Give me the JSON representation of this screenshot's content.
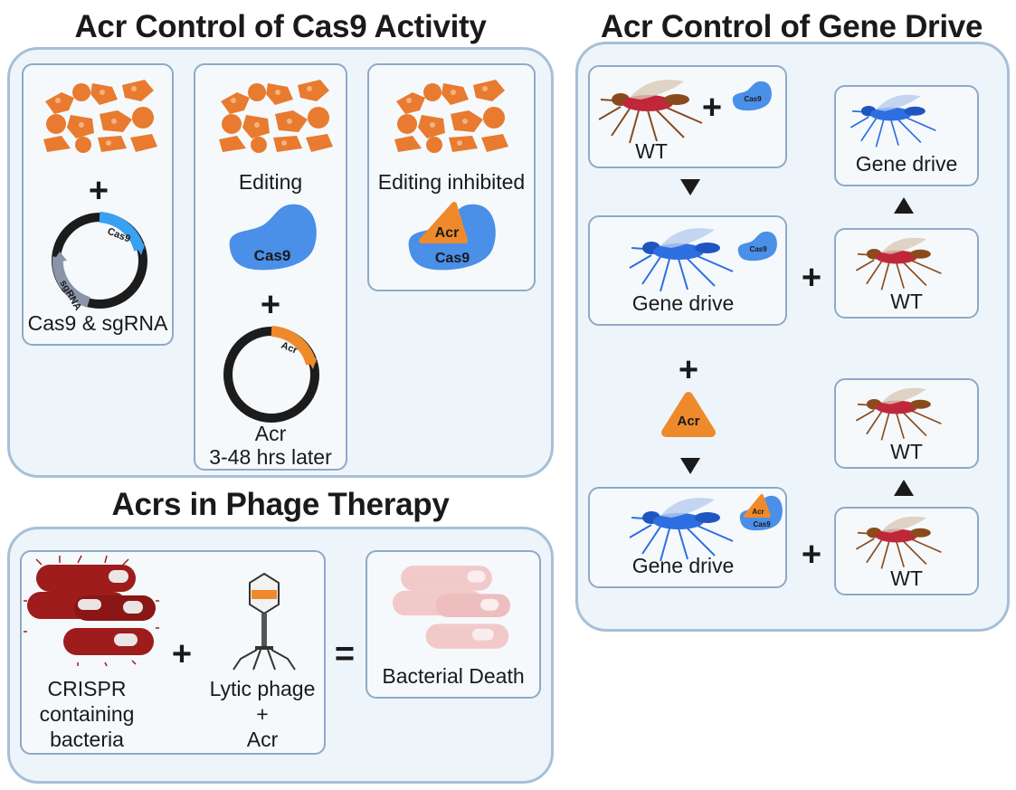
{
  "titles": {
    "cas9_activity": "Acr Control of Cas9 Activity",
    "gene_drive": "Acr Control of Gene Drive",
    "phage_therapy": "Acrs in Phage Therapy"
  },
  "cas9_panel": {
    "box1_label": "Cas9 & sgRNA",
    "box2_label": "Editing",
    "box2_acr_label_line1": "Acr",
    "box2_acr_label_line2": "3-48 hrs later",
    "box3_label": "Editing inhibited",
    "protein_cas9": "Cas9",
    "protein_acr": "Acr",
    "plasmid_cas9": "Cas9",
    "plasmid_sgrna": "sgRNA",
    "plasmid_acr": "Acr",
    "plus": "+"
  },
  "gene_drive_panel": {
    "wt_label": "WT",
    "gene_drive_label": "Gene drive",
    "protein_cas9": "Cas9",
    "protein_acr": "Acr",
    "plus": "+"
  },
  "phage_panel": {
    "bacteria_label_line1": "CRISPR",
    "bacteria_label_line2": "containing",
    "bacteria_label_line3": "bacteria",
    "phage_label_line1": "Lytic phage",
    "phage_label_line2": "+",
    "phage_label_line3": "Acr",
    "result_label": "Bacterial Death",
    "plus": "+",
    "equals": "="
  },
  "colors": {
    "panel_bg": "#eef5fa",
    "panel_border": "#a7bfd8",
    "cas9_blue": "#4a8fe8",
    "acr_orange": "#ef8a2c",
    "cell_orange": "#e87b30",
    "mosquito_wt": "#c0273a",
    "mosquito_drive": "#2d6fe0",
    "bacteria_red": "#9e1c1c",
    "bacteria_faded": "#f2c4c4"
  }
}
